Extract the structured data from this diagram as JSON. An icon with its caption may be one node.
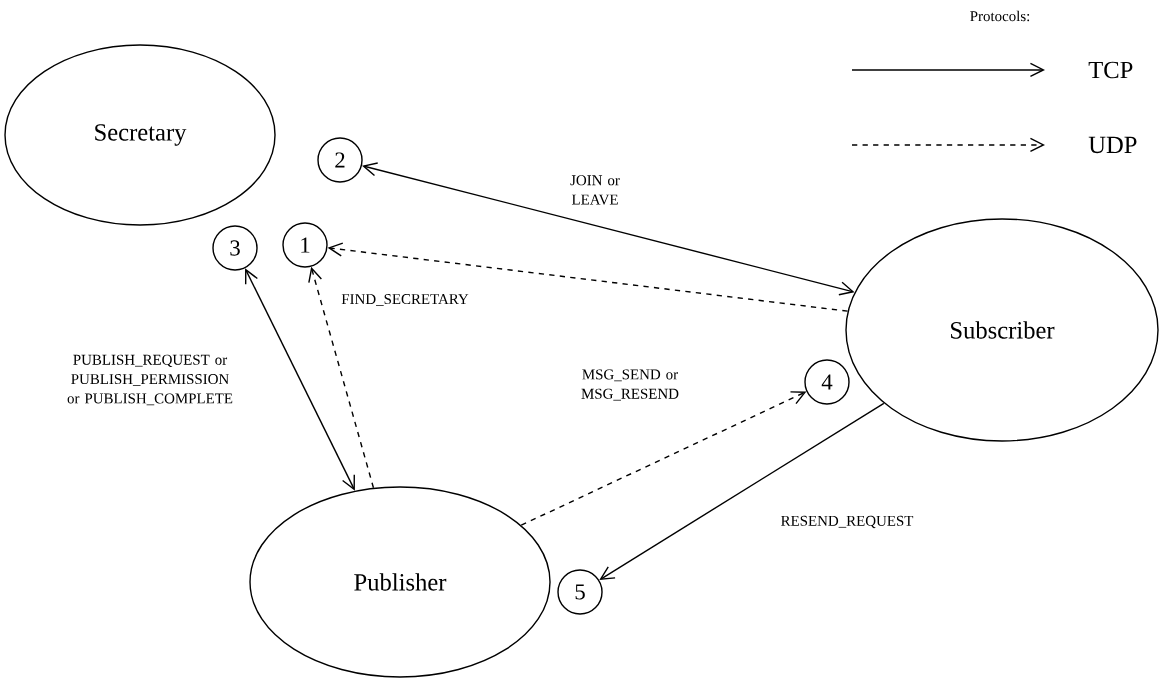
{
  "diagram": {
    "nodes": [
      {
        "text": [
          "Secretary"
        ]
      },
      {
        "text": [
          "Subscriber"
        ]
      },
      {
        "text": [
          "Publisher"
        ]
      },
      {
        "text": [
          "1"
        ]
      },
      {
        "text": [
          "2"
        ]
      },
      {
        "text": [
          "3"
        ]
      },
      {
        "text": [
          "4"
        ]
      },
      {
        "text": [
          "5"
        ]
      }
    ],
    "edges": [
      {
        "from": 4,
        "to": 1,
        "arrow": "both",
        "label": "JOIN or LEAVE"
      },
      {
        "from": 1,
        "to": 3,
        "arrow": "to",
        "style": "dashed"
      },
      {
        "from": 2,
        "to": 3,
        "arrow": "to",
        "style": "dashed",
        "label": "FIND_SECRETARY"
      },
      {
        "from": 5,
        "to": 2,
        "arrow": "both",
        "label": "PUBLISH_REQUEST or PUBLISH_PERMISSION or PUBLISH_COMPLETE"
      },
      {
        "from": 2,
        "to": 6,
        "arrow": "to",
        "style": "dashed",
        "label": "MSG_SEND or MSG_RESEND"
      },
      {
        "from": 1,
        "to": 7,
        "arrow": "to",
        "label": "RESEND_REQUEST"
      }
    ],
    "labels": [
      "Protocols:"
    ],
    "legend": [
      {
        "text": "TCP"
      },
      {
        "text": "UDP"
      }
    ]
  }
}
